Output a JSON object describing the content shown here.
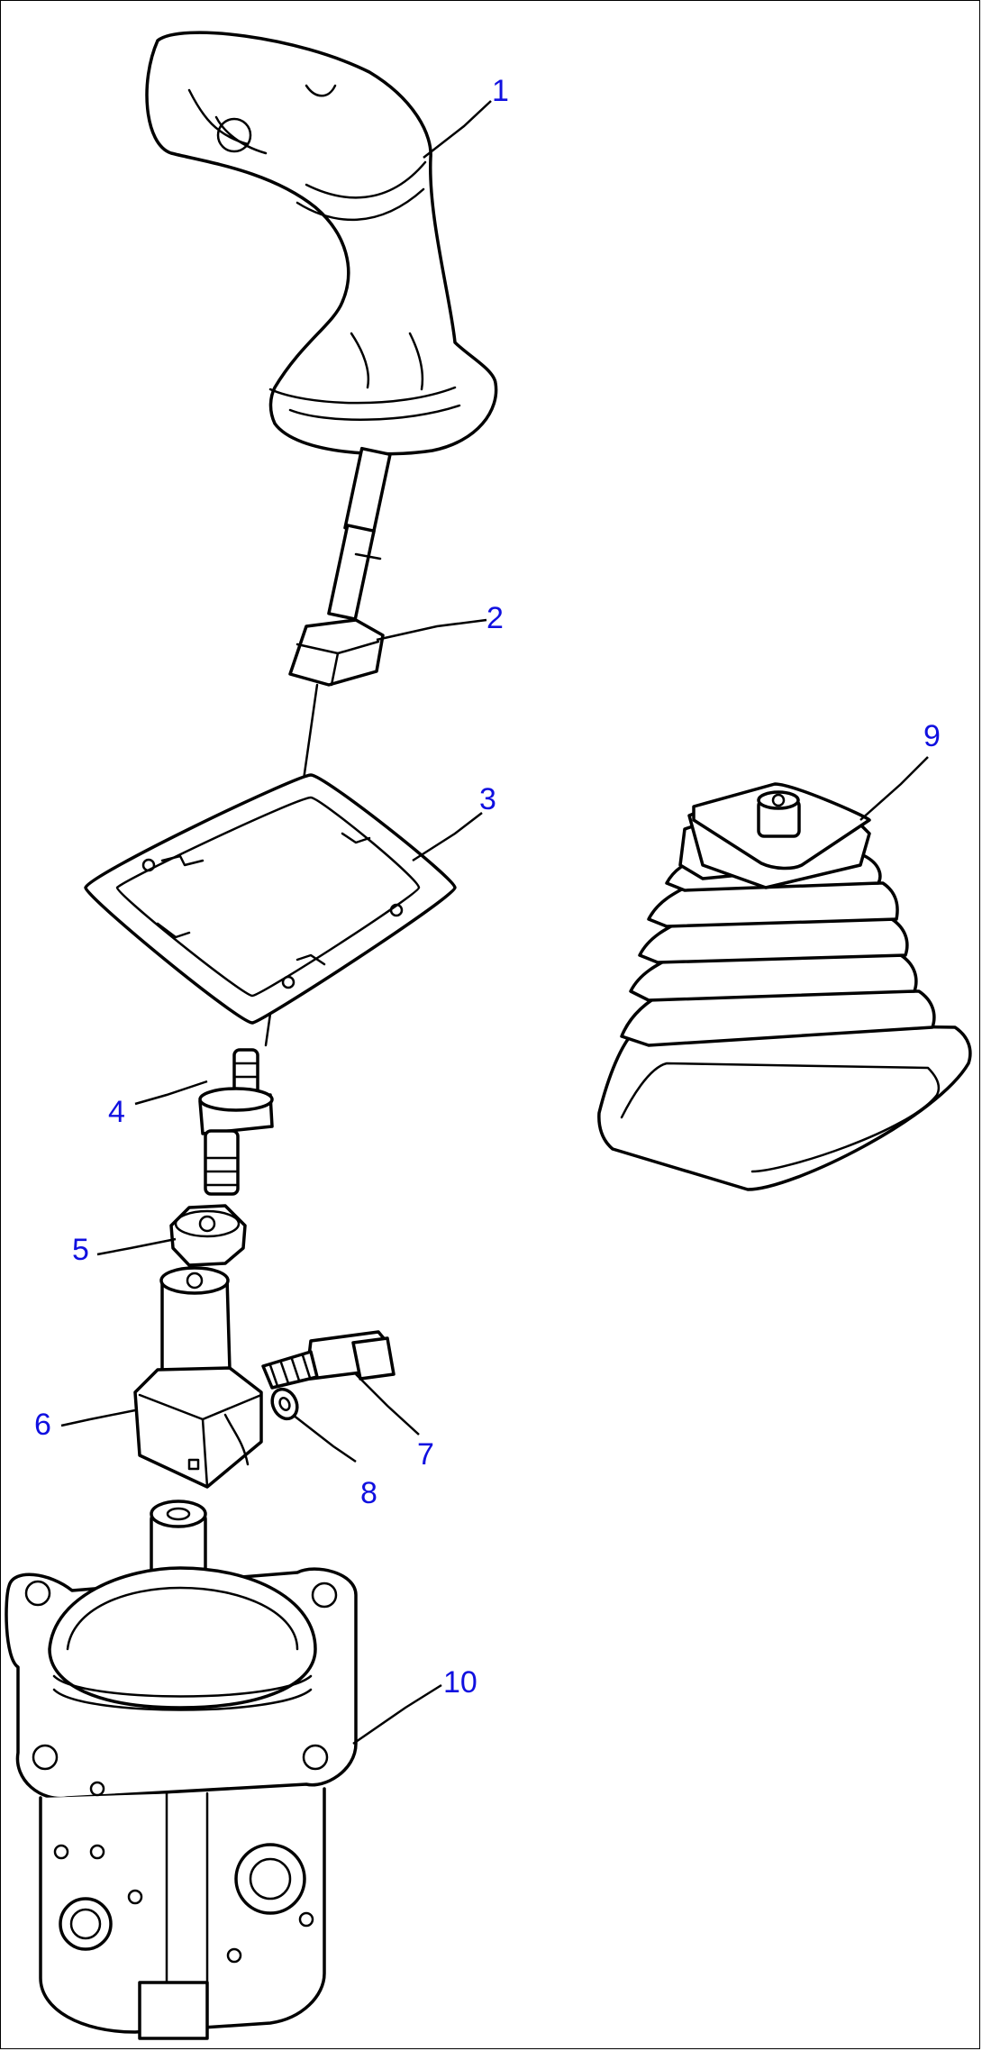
{
  "label_color": "#1010e0",
  "line_color": "#000000",
  "callouts": [
    {
      "id": "c1",
      "text": "1"
    },
    {
      "id": "c2",
      "text": "2"
    },
    {
      "id": "c3",
      "text": "3"
    },
    {
      "id": "c4",
      "text": "4"
    },
    {
      "id": "c5",
      "text": "5"
    },
    {
      "id": "c6",
      "text": "6"
    },
    {
      "id": "c7",
      "text": "7"
    },
    {
      "id": "c8",
      "text": "8"
    },
    {
      "id": "c9",
      "text": "9"
    },
    {
      "id": "c10",
      "text": "10"
    }
  ]
}
